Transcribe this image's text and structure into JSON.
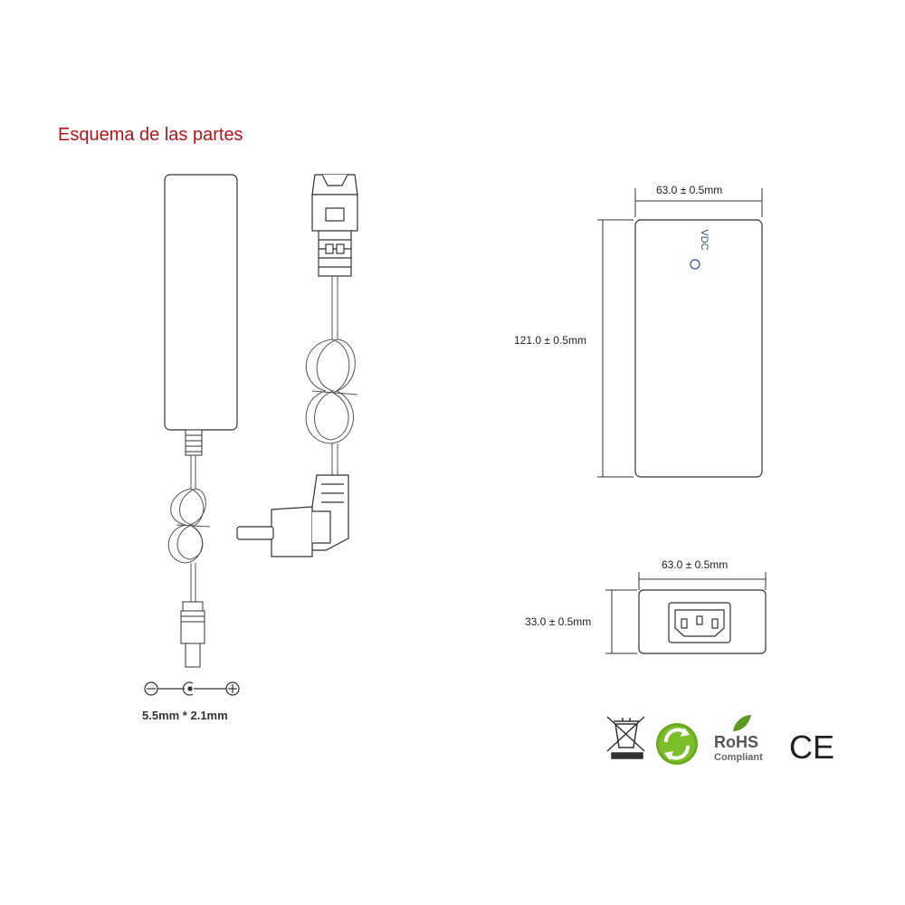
{
  "title": "Esquema de las partes",
  "adapter_top_view": {
    "width_label": "63.0 ± 0.5mm",
    "length_label": "121.0 ± 0.5mm",
    "marking": "VDC"
  },
  "adapter_end_view": {
    "width_label": "63.0 ± 0.5mm",
    "height_label": "33.0 ± 0.5mm"
  },
  "dc_plug": {
    "size_label": "5.5mm * 2.1mm"
  },
  "certifications": {
    "rohs_title": "RoHS",
    "rohs_subtitle": "Compliant",
    "ce_mark": "CE"
  },
  "colors": {
    "title": "#b3151b",
    "line": "#333333",
    "recycle_green": "#6aaa1e",
    "rohs_leaf": "#5a9a24"
  }
}
